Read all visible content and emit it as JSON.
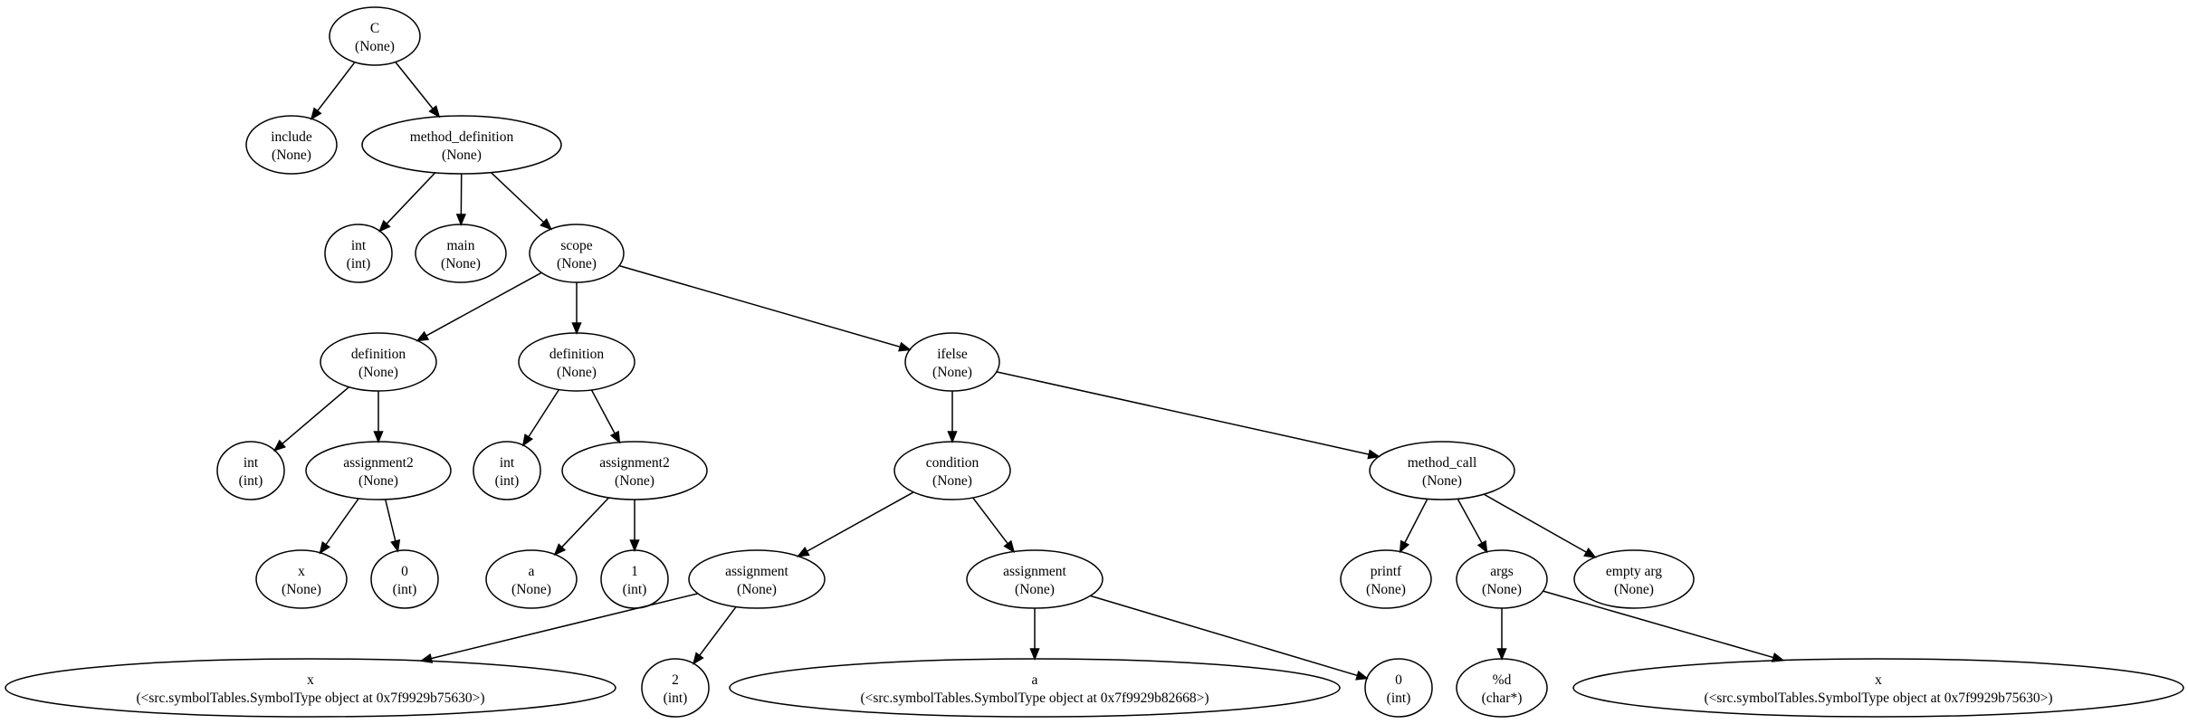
{
  "nodes": {
    "root": {
      "label": "C",
      "type": "(None)"
    },
    "include": {
      "label": "include",
      "type": "(None)"
    },
    "method_definition": {
      "label": "method_definition",
      "type": "(None)"
    },
    "int_ret": {
      "label": "int",
      "type": "(int)"
    },
    "main": {
      "label": "main",
      "type": "(None)"
    },
    "scope": {
      "label": "scope",
      "type": "(None)"
    },
    "definition_1": {
      "label": "definition",
      "type": "(None)"
    },
    "definition_2": {
      "label": "definition",
      "type": "(None)"
    },
    "ifelse": {
      "label": "ifelse",
      "type": "(None)"
    },
    "int_1": {
      "label": "int",
      "type": "(int)"
    },
    "assignment2_1": {
      "label": "assignment2",
      "type": "(None)"
    },
    "int_2": {
      "label": "int",
      "type": "(int)"
    },
    "assignment2_2": {
      "label": "assignment2",
      "type": "(None)"
    },
    "condition": {
      "label": "condition",
      "type": "(None)"
    },
    "method_call": {
      "label": "method_call",
      "type": "(None)"
    },
    "x_1": {
      "label": "x",
      "type": "(None)"
    },
    "zero_1": {
      "label": "0",
      "type": "(int)"
    },
    "a_1": {
      "label": "a",
      "type": "(None)"
    },
    "one_1": {
      "label": "1",
      "type": "(int)"
    },
    "assignment_1": {
      "label": "assignment",
      "type": "(None)"
    },
    "assignment_2": {
      "label": "assignment",
      "type": "(None)"
    },
    "printf": {
      "label": "printf",
      "type": "(None)"
    },
    "args": {
      "label": "args",
      "type": "(None)"
    },
    "empty_arg": {
      "label": "empty arg",
      "type": "(None)"
    },
    "x_sym_1": {
      "label": "x",
      "type": "(<src.symbolTables.SymbolType object at 0x7f9929b75630>)"
    },
    "two": {
      "label": "2",
      "type": "(int)"
    },
    "a_sym": {
      "label": "a",
      "type": "(<src.symbolTables.SymbolType object at 0x7f9929b82668>)"
    },
    "zero_2": {
      "label": "0",
      "type": "(int)"
    },
    "fmt": {
      "label": "%d",
      "type": "(char*)"
    },
    "x_sym_2": {
      "label": "x",
      "type": "(<src.symbolTables.SymbolType object at 0x7f9929b75630>)"
    }
  },
  "edges": [
    [
      "root",
      "include"
    ],
    [
      "root",
      "method_definition"
    ],
    [
      "method_definition",
      "int_ret"
    ],
    [
      "method_definition",
      "main"
    ],
    [
      "method_definition",
      "scope"
    ],
    [
      "scope",
      "definition_1"
    ],
    [
      "scope",
      "definition_2"
    ],
    [
      "scope",
      "ifelse"
    ],
    [
      "definition_1",
      "int_1"
    ],
    [
      "definition_1",
      "assignment2_1"
    ],
    [
      "definition_2",
      "int_2"
    ],
    [
      "definition_2",
      "assignment2_2"
    ],
    [
      "ifelse",
      "condition"
    ],
    [
      "ifelse",
      "method_call"
    ],
    [
      "assignment2_1",
      "x_1"
    ],
    [
      "assignment2_1",
      "zero_1"
    ],
    [
      "assignment2_2",
      "a_1"
    ],
    [
      "assignment2_2",
      "one_1"
    ],
    [
      "condition",
      "assignment_1"
    ],
    [
      "condition",
      "assignment_2"
    ],
    [
      "method_call",
      "printf"
    ],
    [
      "method_call",
      "args"
    ],
    [
      "method_call",
      "empty_arg"
    ],
    [
      "assignment_1",
      "x_sym_1"
    ],
    [
      "assignment_1",
      "two"
    ],
    [
      "assignment_2",
      "a_sym"
    ],
    [
      "assignment_2",
      "zero_2"
    ],
    [
      "args",
      "fmt"
    ],
    [
      "args",
      "x_sym_2"
    ]
  ]
}
